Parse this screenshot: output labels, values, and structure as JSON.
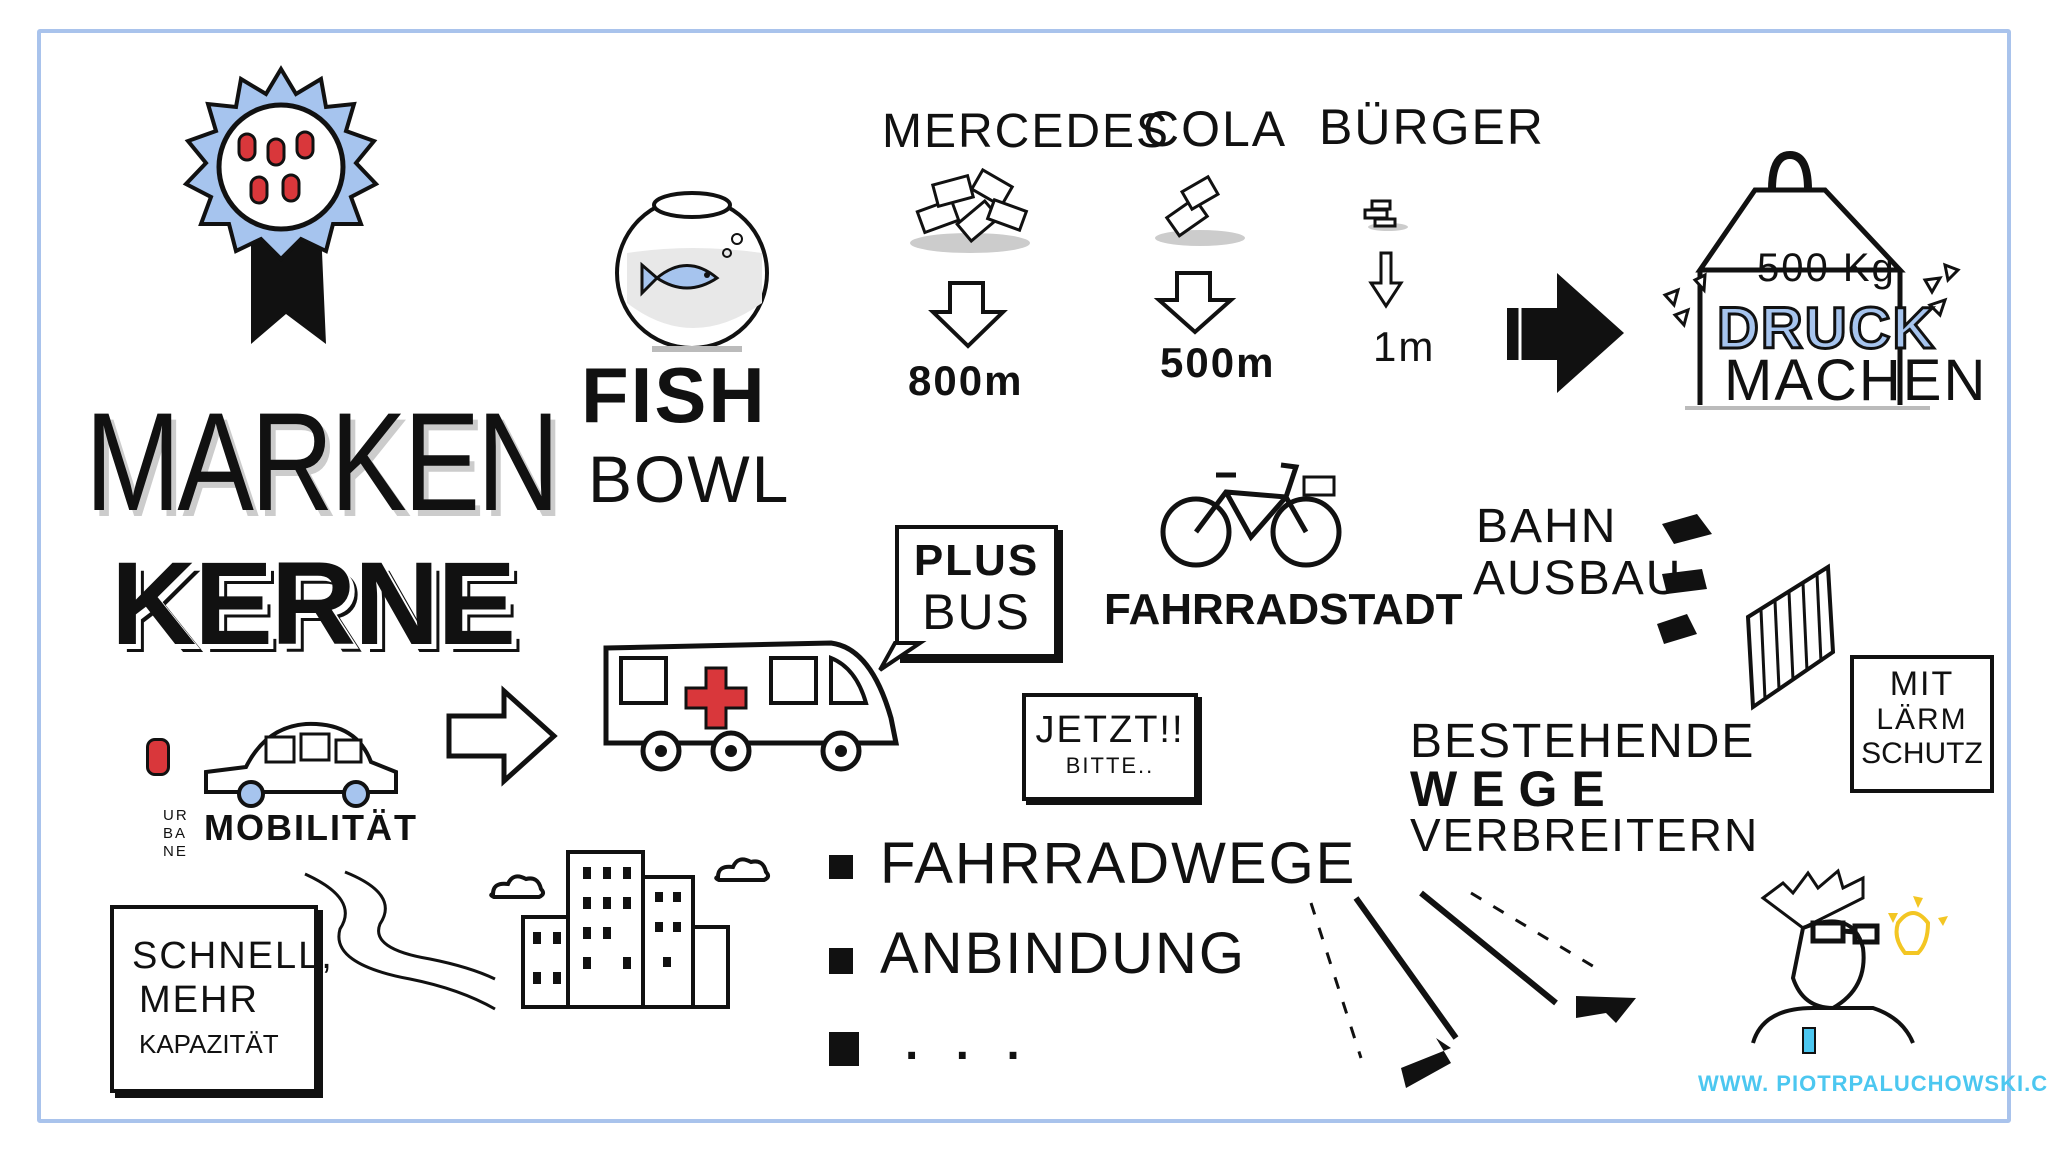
{
  "title": {
    "line1": "MARKEN",
    "line2": "KERNE"
  },
  "fishbowl": {
    "line1": "FISH",
    "line2": "BOWL"
  },
  "brands": [
    {
      "name": "MERCEDES",
      "value": "800m"
    },
    {
      "name": "COLA",
      "value": "500m"
    },
    {
      "name": "BÜRGER",
      "value": "1m"
    }
  ],
  "pressure": {
    "weight": "500 Kg",
    "line1": "DRUCK",
    "line2": "MACHEN"
  },
  "bike": {
    "label": "FAHRRADSTADT"
  },
  "rail": {
    "line1": "BAHN",
    "line2": "AUSBAU"
  },
  "noise": {
    "line1": "MIT",
    "line2": "LÄRM",
    "line3": "SCHUTZ"
  },
  "bus": {
    "line1": "PLUS",
    "line2": "BUS"
  },
  "urgent": {
    "line1": "JETZT!!",
    "line2": "BITTE.."
  },
  "mobility": {
    "prefix1": "UR",
    "prefix2": "BA",
    "prefix3": "NE",
    "label": "MOBILITÄT"
  },
  "fast": {
    "line1": "SCHNELL,",
    "line2": "MEHR",
    "line3": "KAPAZITÄT"
  },
  "bullets": [
    "FAHRRADWEGE",
    "ANBINDUNG",
    ". . ."
  ],
  "paths": {
    "line1": "BESTEHENDE",
    "line2": "WEGE",
    "line3": "VERBREITERN"
  },
  "credit": {
    "url": "WWW. PIOTRPALUCHOWSKI.COM"
  },
  "colors": {
    "frame": "#a9c3ec",
    "accent_blue": "#a6c4ee",
    "red": "#d9373b",
    "credit": "#4cc7f0",
    "bulb": "#f3c623"
  }
}
